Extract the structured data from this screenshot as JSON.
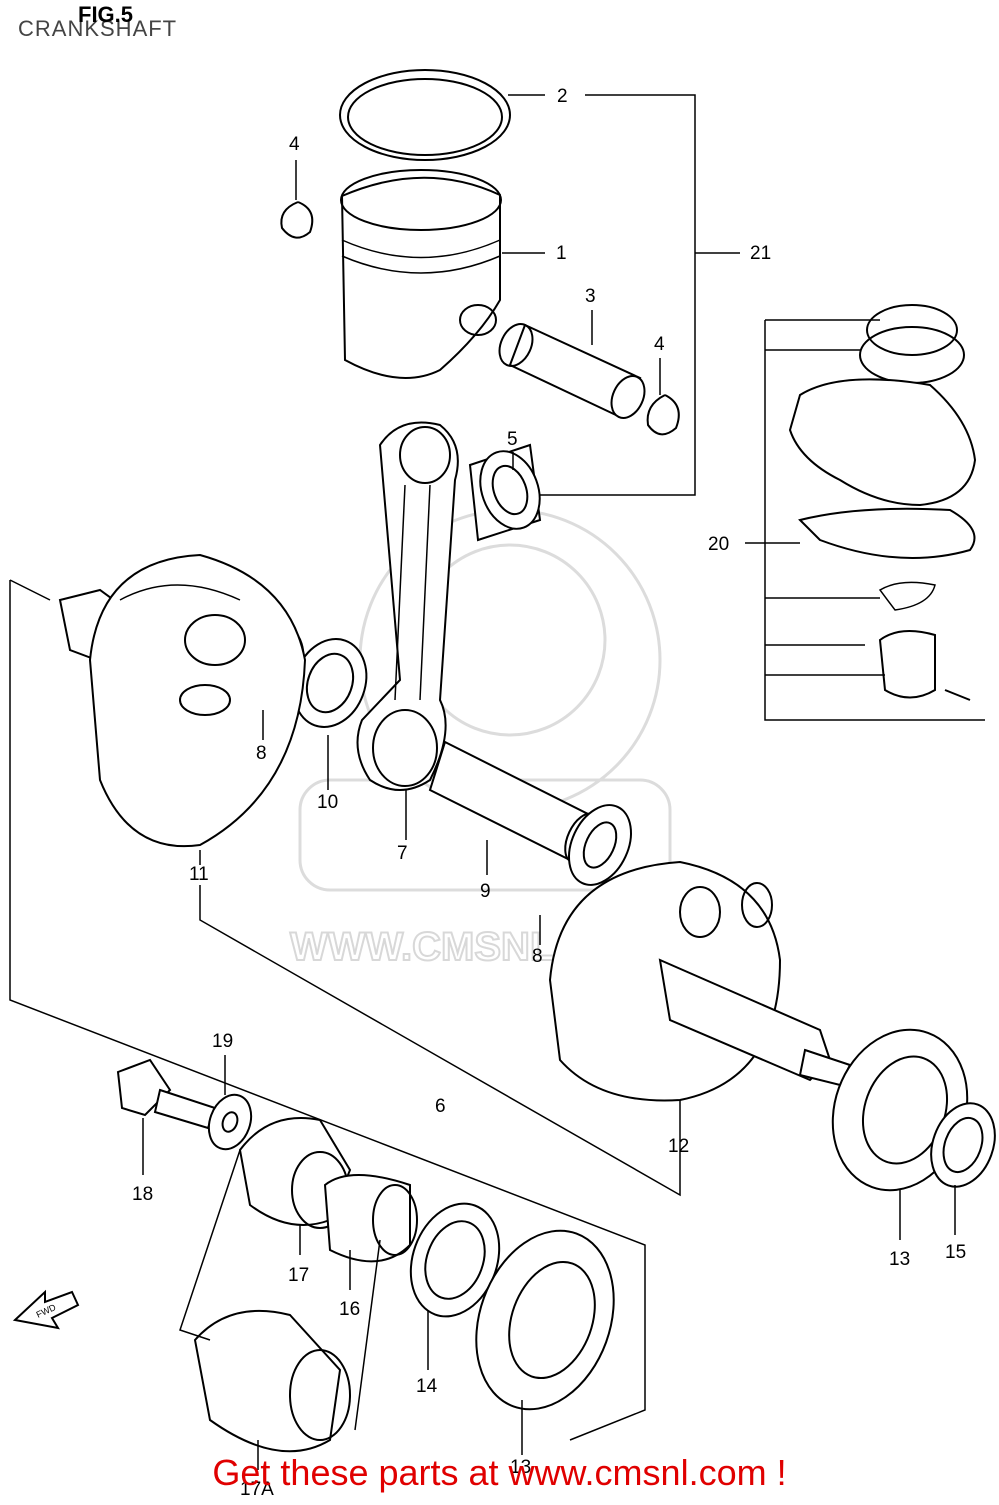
{
  "figure": {
    "title": "FIG.5",
    "subtitle": "CRANKSHAFT"
  },
  "watermark": {
    "text": "WWW.CMSNL.COM"
  },
  "callouts": {
    "c1": "1",
    "c2": "2",
    "c3": "3",
    "c4a": "4",
    "c4b": "4",
    "c5": "5",
    "c6": "6",
    "c7": "7",
    "c8a": "8",
    "c8b": "8",
    "c9": "9",
    "c10": "10",
    "c11": "11",
    "c12": "12",
    "c13a": "13",
    "c13b": "13",
    "c14": "14",
    "c15": "15",
    "c16": "16",
    "c17": "17",
    "c17a": "17A",
    "c18": "18",
    "c19": "19",
    "c20": "20",
    "c21": "21"
  },
  "direction_badge": "FWD",
  "footer": {
    "text": "Get these parts at www.cmsnl.com !"
  },
  "colors": {
    "ink": "#000000",
    "footer_red": "#e00000",
    "watermark_gray": "#d8d8d8"
  }
}
